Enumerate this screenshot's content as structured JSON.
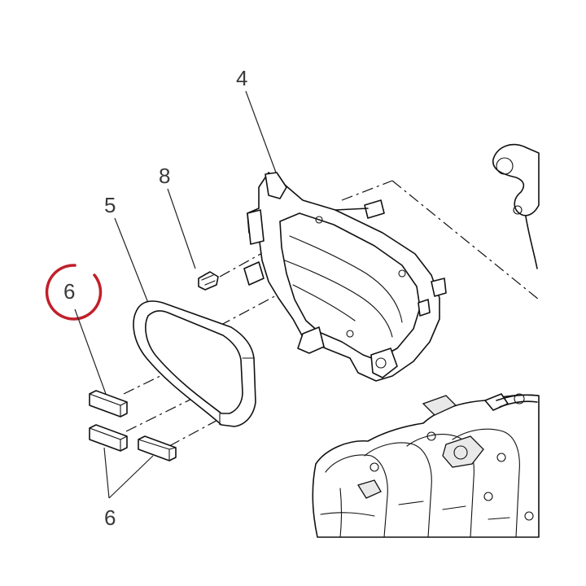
{
  "callouts": {
    "part_4": "4",
    "part_8": "8",
    "part_5": "5",
    "part_6_top": "6",
    "part_6_bottom": "6"
  },
  "colors": {
    "highlight_ring": "#c0202a",
    "line_art": "#111111",
    "callout_text": "#3a3a3a"
  },
  "icons": {
    "highlight": "red-circle-highlight"
  }
}
